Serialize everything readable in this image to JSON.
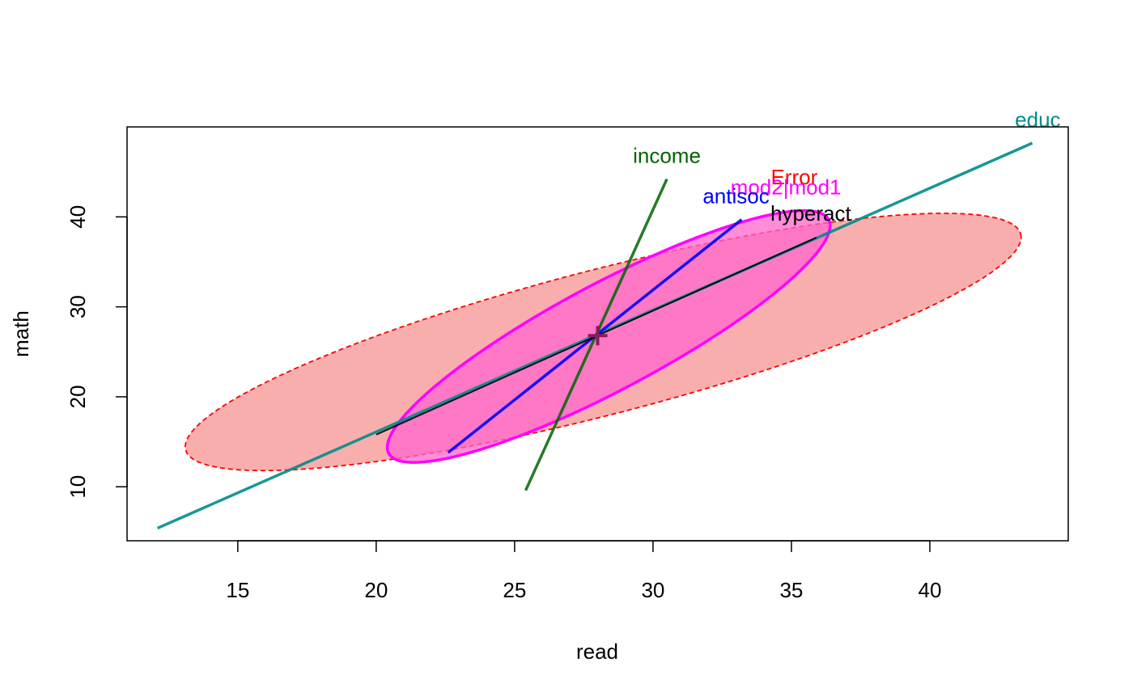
{
  "chart_data": {
    "type": "scatter",
    "title": "",
    "xlabel": "read",
    "ylabel": "math",
    "xlim": [
      11,
      45
    ],
    "ylim": [
      4,
      50
    ],
    "xticks": [
      15,
      20,
      25,
      30,
      35,
      40
    ],
    "yticks": [
      10,
      20,
      30,
      40
    ],
    "grid": false,
    "center": {
      "x": 28,
      "y": 26.8,
      "color": "#8b1a5a"
    },
    "error_ellipse": {
      "name": "Error",
      "center": [
        28.2,
        26.1
      ],
      "bbox_x": [
        13.1,
        43.3
      ],
      "bbox_y": [
        11.8,
        40.4
      ],
      "label_at": [
        35.1,
        43.6
      ],
      "fill": "#f8a0a0",
      "stroke": "#ff0000",
      "dashed": true
    },
    "hypothesis_ellipses": [
      {
        "name": "mod2|mod1",
        "center": [
          28.4,
          26.7
        ],
        "bbox_x": [
          19.9,
          35.9
        ],
        "bbox_y": [
          12.7,
          40.7
        ],
        "label_at": [
          34.8,
          42.5
        ],
        "fill": "#ff66cc",
        "stroke": "#ff00ff"
      }
    ],
    "lines": [
      {
        "name": "educ",
        "color": "#008b8b",
        "x": [
          12.1,
          43.7
        ],
        "y": [
          5.4,
          48.2
        ],
        "label_at": [
          43.9,
          50.0
        ]
      },
      {
        "name": "income",
        "color": "#006400",
        "x": [
          25.4,
          30.5
        ],
        "y": [
          9.6,
          44.2
        ],
        "label_at": [
          30.5,
          46.0
        ]
      },
      {
        "name": "antisoc",
        "color": "#0000ff",
        "x": [
          22.6,
          33.2
        ],
        "y": [
          13.8,
          39.7
        ],
        "label_at": [
          33.0,
          41.5
        ]
      },
      {
        "name": "hyperact",
        "color": "#000000",
        "x": [
          20.0,
          35.9
        ],
        "y": [
          15.8,
          37.7
        ],
        "label_at": [
          35.7,
          39.6
        ]
      }
    ]
  }
}
